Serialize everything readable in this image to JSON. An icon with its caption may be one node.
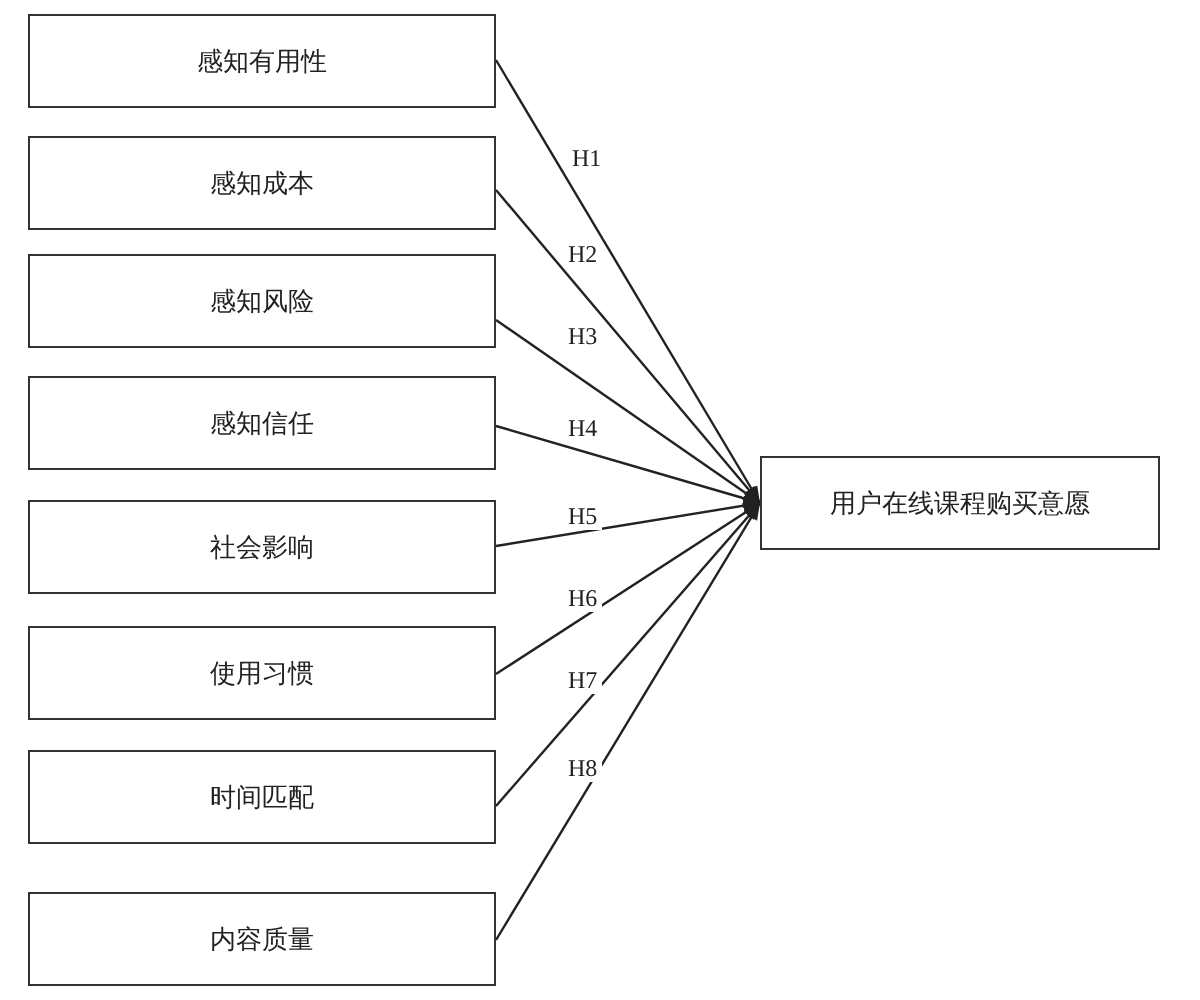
{
  "diagram": {
    "nodes": [
      {
        "text": [
          "感知有用性"
        ]
      },
      {
        "text": [
          "感知成本"
        ]
      },
      {
        "text": [
          "感知风险"
        ]
      },
      {
        "text": [
          "感知信任"
        ]
      },
      {
        "text": [
          "社会影响"
        ]
      },
      {
        "text": [
          "使用习惯"
        ]
      },
      {
        "text": [
          "时间匹配"
        ]
      },
      {
        "text": [
          "内容质量"
        ]
      },
      {
        "text": [
          "用户在线课程购买意愿"
        ]
      }
    ],
    "edges": [
      {
        "from": 0,
        "to": 8,
        "arrow": "to",
        "label": "H1"
      },
      {
        "from": 1,
        "to": 8,
        "arrow": "to",
        "label": "H2"
      },
      {
        "from": 2,
        "to": 8,
        "arrow": "to",
        "label": "H3"
      },
      {
        "from": 3,
        "to": 8,
        "arrow": "to",
        "label": "H4"
      },
      {
        "from": 4,
        "to": 8,
        "arrow": "to",
        "label": "H5"
      },
      {
        "from": 5,
        "to": 8,
        "arrow": "to",
        "label": "H6"
      },
      {
        "from": 6,
        "to": 8,
        "arrow": "to",
        "label": "H7"
      },
      {
        "from": 7,
        "to": 8,
        "arrow": "to",
        "label": "H8"
      }
    ]
  }
}
